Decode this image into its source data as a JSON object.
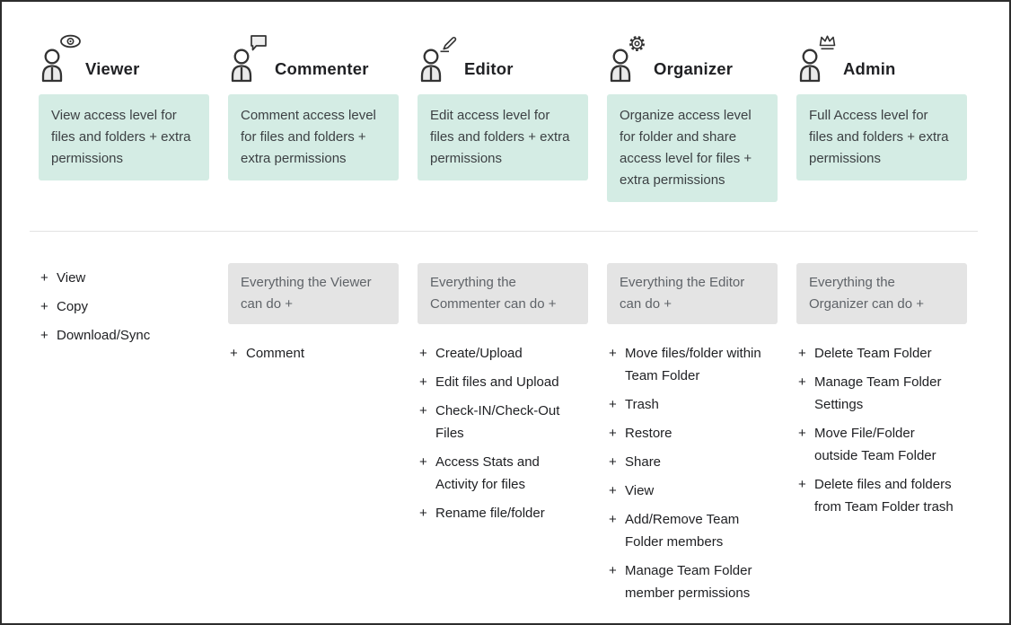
{
  "colors": {
    "description_bg": "#d4ece4",
    "inherit_bg": "#e4e4e4",
    "border": "#2d2d2d",
    "icon_stroke": "#333333",
    "icon_fill": "#eaeaea"
  },
  "columns": [
    {
      "title": "Viewer",
      "icon": "eye-icon",
      "description": "View access level for files and folders + extra permissions",
      "inherits": "",
      "items": [
        "View",
        "Copy",
        "Download/Sync"
      ]
    },
    {
      "title": "Commenter",
      "icon": "speech-bubble-icon",
      "description": "Comment access level for files and folders + extra permissions",
      "inherits": "Everything the Viewer can do +",
      "items": [
        "Comment"
      ]
    },
    {
      "title": "Editor",
      "icon": "pencil-icon",
      "description": "Edit access level for files and folders + extra permissions",
      "inherits": "Everything the Commenter can do +",
      "items": [
        "Create/Upload",
        "Edit files and Upload",
        "Check-IN/Check-Out Files",
        "Access Stats and Activity for files",
        "Rename file/folder"
      ]
    },
    {
      "title": "Organizer",
      "icon": "gear-icon",
      "description": "Organize access level for folder and share access level for files + extra permissions",
      "inherits": "Everything the Editor can do +",
      "items": [
        "Move files/folder within Team Folder",
        "Trash",
        "Restore",
        "Share",
        "View",
        "Add/Remove Team Folder members",
        "Manage Team Folder member permissions"
      ]
    },
    {
      "title": "Admin",
      "icon": "crown-icon",
      "description": "Full Access level for files and folders + extra permissions",
      "inherits": "Everything the Organizer can do +",
      "items": [
        "Delete Team Folder",
        "Manage Team Folder Settings",
        "Move File/Folder outside Team Folder",
        "Delete files and folders from Team Folder trash"
      ]
    }
  ]
}
